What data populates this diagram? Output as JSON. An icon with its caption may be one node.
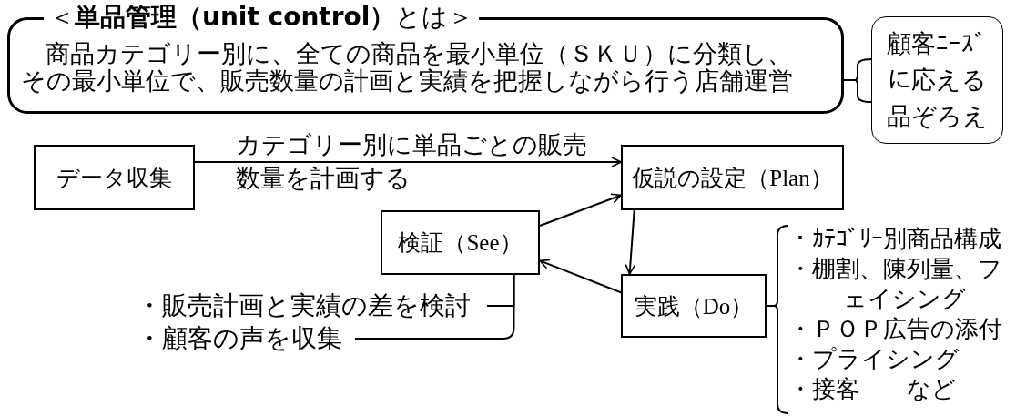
{
  "diagram": {
    "nodes": [
      {
        "text": [
          "＜**単品管理（unit control）**とは＞",
          "商品カテゴリー別に、全ての商品を最小単位（ＳＫＵ）に分類し、その最小単位で、販売数量の計画と実績を把握しながら行う店舗運営"
        ]
      },
      {
        "text": [
          "顧客ﾆｰｽﾞに応える品ぞろえ"
        ]
      },
      {
        "text": [
          "データ収集"
        ]
      },
      {
        "text": [
          "仮説の設定（Plan）"
        ]
      },
      {
        "text": [
          "検証（See）"
        ]
      },
      {
        "text": [
          "実践（Do）"
        ]
      },
      {
        "text": [
          "・販売計画と実績の差を検討"
        ]
      },
      {
        "text": [
          "・顧客の声を収集"
        ]
      }
    ],
    "edges": [
      {
        "from": 2,
        "to": 3,
        "arrow": "to",
        "label": "カテゴリー別に単品ごとの販売数量を計画する"
      },
      {
        "from": 3,
        "to": 5,
        "arrow": "to"
      },
      {
        "from": 5,
        "to": 4,
        "arrow": "to"
      },
      {
        "from": 4,
        "to": 3,
        "arrow": "to"
      },
      {
        "from": 6,
        "to": 4,
        "arrow": "none"
      },
      {
        "from": 7,
        "to": 4,
        "arrow": "none"
      },
      {
        "from": 0,
        "to": 1,
        "arrow": "none"
      }
    ],
    "labels": [
      "・ｶﾃｺﾞﾘｰ別商品構成",
      "・棚割、陳列量、フェイシング",
      "・ＰＯＰ広告の添付",
      "・プライシング",
      "・接客　　など"
    ]
  }
}
